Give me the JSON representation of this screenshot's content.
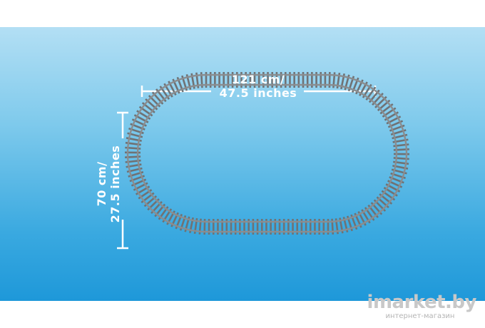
{
  "dimensions": {
    "width_line1": "121 cm/",
    "width_line2": "47.5 inches",
    "height_line1": "70 cm/",
    "height_line2": "27.5 inches"
  },
  "watermark": {
    "brand": "imarket.by",
    "subtitle": "интернет-магазин"
  },
  "colors": {
    "background_top": "#b3dff4",
    "background_bottom": "#1e98d9",
    "track_rail": "#8a8d90",
    "track_sleeper": "#6f7275",
    "dimension_lines": "#ffffff"
  }
}
